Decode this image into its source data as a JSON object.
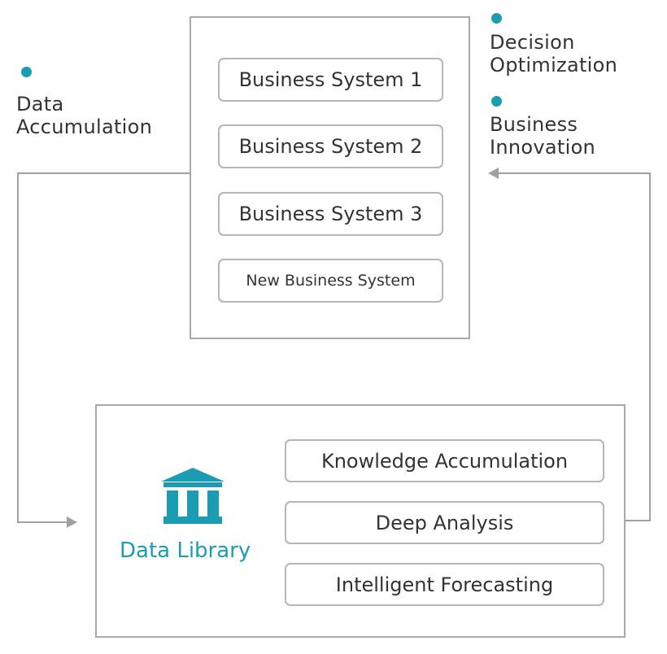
{
  "colors": {
    "accent": "#1a9db2",
    "border": "#a9a9a9",
    "text": "#333333",
    "arrow": "#a0a0a0"
  },
  "labels": {
    "data_accumulation": [
      "Data",
      "Accumulation"
    ],
    "decision_optimization": [
      "Decision",
      "Optimization"
    ],
    "business_innovation": [
      "Business",
      "Innovation"
    ]
  },
  "business_systems": [
    "Business System 1",
    "Business System 2",
    "Business System 3",
    "New Business System"
  ],
  "data_library": {
    "icon": "bank-building-icon",
    "title": "Data Library",
    "capabilities": [
      "Knowledge Accumulation",
      "Deep Analysis",
      "Intelligent Forecasting"
    ]
  }
}
